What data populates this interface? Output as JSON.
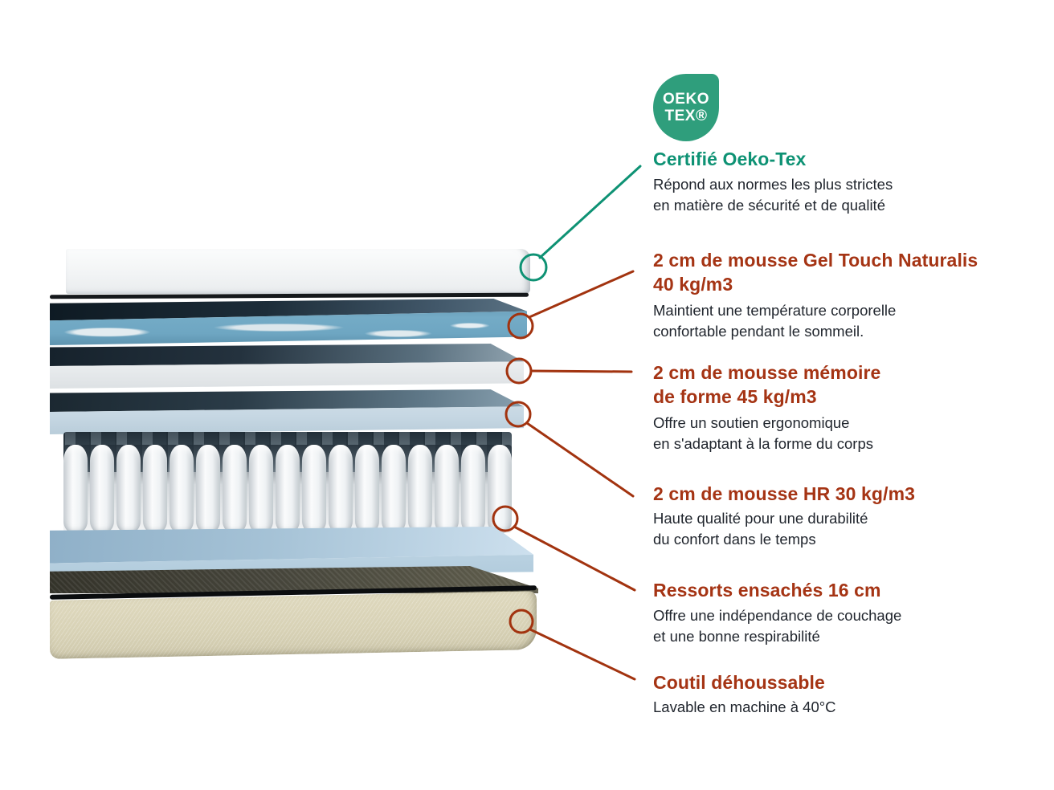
{
  "badge": {
    "line1": "OEKO",
    "line2": "TEX®"
  },
  "colors": {
    "badge_green": "#2f9e7c",
    "green_text": "#0e9274",
    "red_text": "#a53414",
    "line_green": "#0e9274",
    "line_red": "#a2330f",
    "body_text": "#21262e"
  },
  "annotations": [
    {
      "id": "certifie",
      "title_lines": [
        "Certifié Oeko-Tex"
      ],
      "desc_lines": [
        "Répond aux normes les plus strictes",
        "en matière de sécurité et de qualité"
      ]
    },
    {
      "id": "gel",
      "title_lines": [
        "2 cm de mousse Gel Touch Naturalis",
        "40 kg/m3"
      ],
      "desc_lines": [
        "Maintient une température corporelle",
        "confortable pendant le sommeil."
      ]
    },
    {
      "id": "memoire",
      "title_lines": [
        "2 cm de mousse mémoire",
        "de forme 45 kg/m3"
      ],
      "desc_lines": [
        "Offre un soutien ergonomique",
        "en s'adaptant à la forme du corps"
      ]
    },
    {
      "id": "hr",
      "title_lines": [
        "2 cm de mousse HR 30 kg/m3"
      ],
      "desc_lines": [
        "Haute qualité pour une durabilité",
        "du confort dans le temps"
      ]
    },
    {
      "id": "ressorts",
      "title_lines": [
        "Ressorts ensachés 16 cm"
      ],
      "desc_lines": [
        "Offre une indépendance de couchage",
        "et une bonne respirabilité"
      ]
    },
    {
      "id": "coutil",
      "title_lines": [
        "Coutil déhoussable"
      ],
      "desc_lines": [
        "Lavable en machine à 40°C"
      ]
    }
  ],
  "diagram": {
    "spring_count": 17
  }
}
